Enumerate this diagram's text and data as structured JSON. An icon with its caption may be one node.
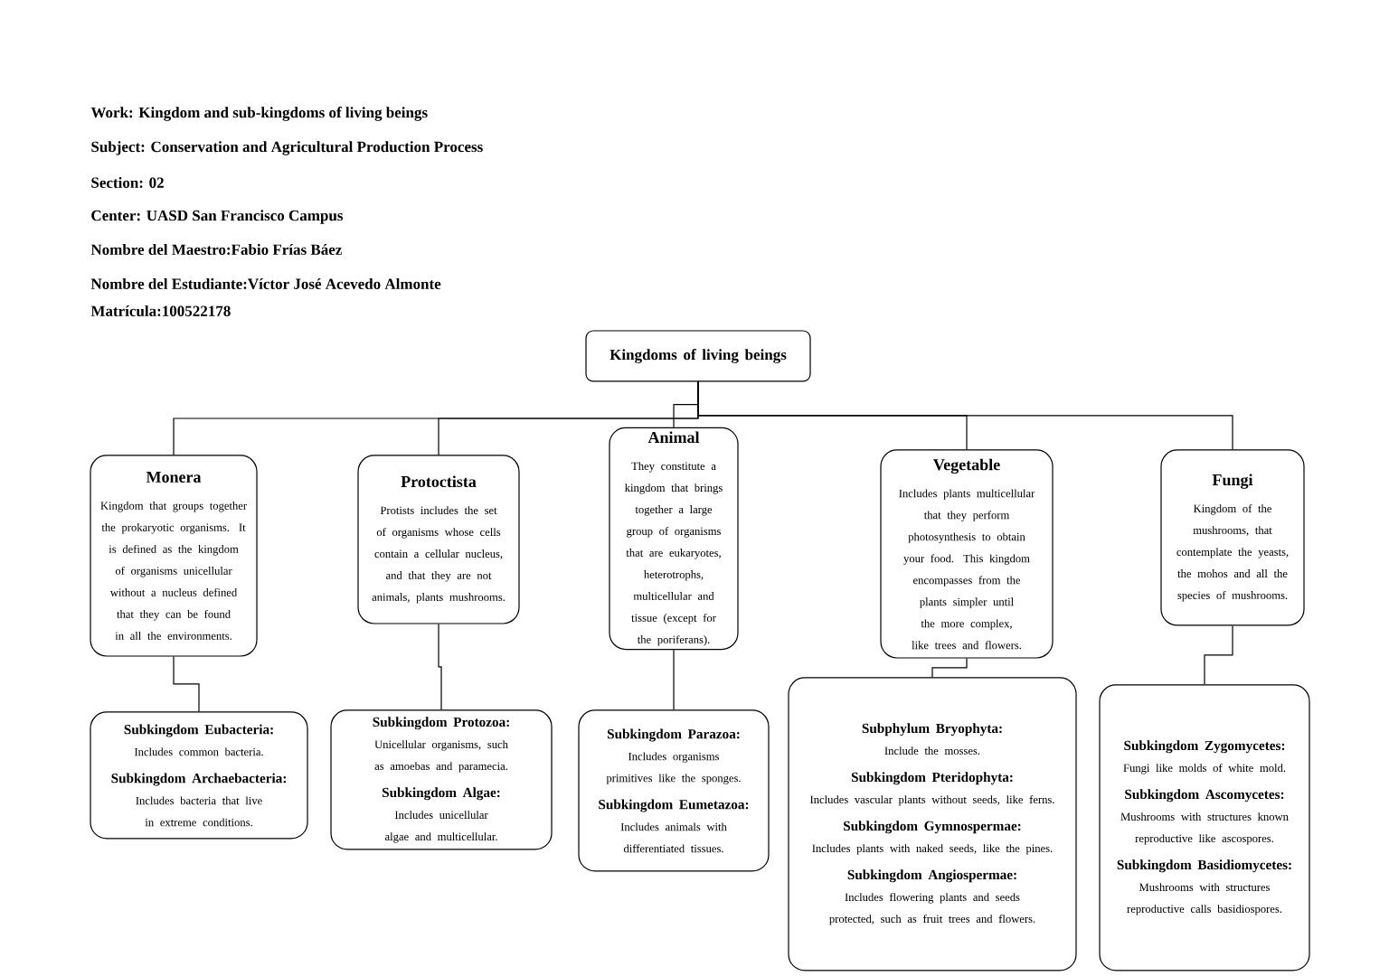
{
  "diagram": {
    "nodes": [
      {
        "text": [
          "Kingdoms of living beings"
        ]
      },
      {
        "text": [
          "Monera",
          "Kingdom that groups together the prokaryotic organisms. It is defined as the kingdom of organisms unicellular without a nucleus defined that they can be found in all the environments."
        ]
      },
      {
        "text": [
          "Protoctista",
          "Protists includes the set of organisms whose cells contain a cellular nucleus, and that they are not animals, plants mushrooms."
        ]
      },
      {
        "text": [
          "Animal",
          "They constitute a kingdom that brings together a large group of organisms that are eukaryotes, heterotrophs, multicellular and tissue (except for the poriferans)."
        ]
      },
      {
        "text": [
          "Vegetable",
          "Includes plants multicellular that they perform photosynthesis to obtain your food. This kingdom encompasses from the plants simpler until the more complex, like trees and flowers."
        ]
      },
      {
        "text": [
          "Fungi",
          "Kingdom of the mushrooms, that contemplate the yeasts, the mohos and all the species of mushrooms."
        ]
      },
      {
        "text": [
          "Subkingdom Eubacteria:",
          "Includes common bacteria.",
          "Subkingdom Archaebacteria:",
          "Includes bacteria that live in extreme conditions."
        ]
      },
      {
        "text": [
          "Subkingdom Protozoa:",
          "Unicellular organisms, such as amoebas and paramecia.",
          "Subkingdom Algae:",
          "Includes unicellular algae and multicellular."
        ]
      },
      {
        "text": [
          "Subkingdom Parazoa:",
          "Includes organisms primitives like the sponges.",
          "Subkingdom Eumetazoa:",
          "Includes animals with differentiated tissues."
        ]
      },
      {
        "text": [
          "Subphylum Bryophyta:",
          "Include the mosses.",
          "Subkingdom Pteridophyta:",
          "Includes vascular plants without seeds, like ferns.",
          "Subkingdom Gymnospermae:",
          "Includes plants with naked seeds, like the pines.",
          "Subkingdom Angiospermae:",
          "Includes flowering plants and seeds protected, such as fruit trees and flowers."
        ]
      },
      {
        "text": [
          "Subkingdom Zygomycetes:",
          "Fungi like molds of white mold.",
          "Subkingdom Ascomycetes:",
          "Mushrooms with structures known reproductive like ascospores.",
          "Subkingdom Basidiomycetes:",
          "Mushrooms with structures reproductive calls basidiospores."
        ]
      }
    ],
    "edges": [
      {
        "from": 0,
        "to": 1,
        "arrow": "none"
      },
      {
        "from": 0,
        "to": 2,
        "arrow": "none"
      },
      {
        "from": 0,
        "to": 3,
        "arrow": "none"
      },
      {
        "from": 0,
        "to": 4,
        "arrow": "none"
      },
      {
        "from": 0,
        "to": 5,
        "arrow": "none"
      },
      {
        "from": 1,
        "to": 6,
        "arrow": "none"
      },
      {
        "from": 2,
        "to": 7,
        "arrow": "none"
      },
      {
        "from": 3,
        "to": 8,
        "arrow": "none"
      },
      {
        "from": 4,
        "to": 9,
        "arrow": "none"
      },
      {
        "from": 5,
        "to": 10,
        "arrow": "none"
      }
    ],
    "labels": [
      "Work: Kingdom and sub-kingdoms of living beings",
      "Subject: Conservation and Agricultural Production Process",
      "Section: 02",
      "Center: UASD San Francisco Campus",
      "Nombre del Maestro:Fabio Frías Báez",
      "Nombre del Estudiante:Víctor José Acevedo Almonte",
      "Matrícula:100522178"
    ]
  }
}
